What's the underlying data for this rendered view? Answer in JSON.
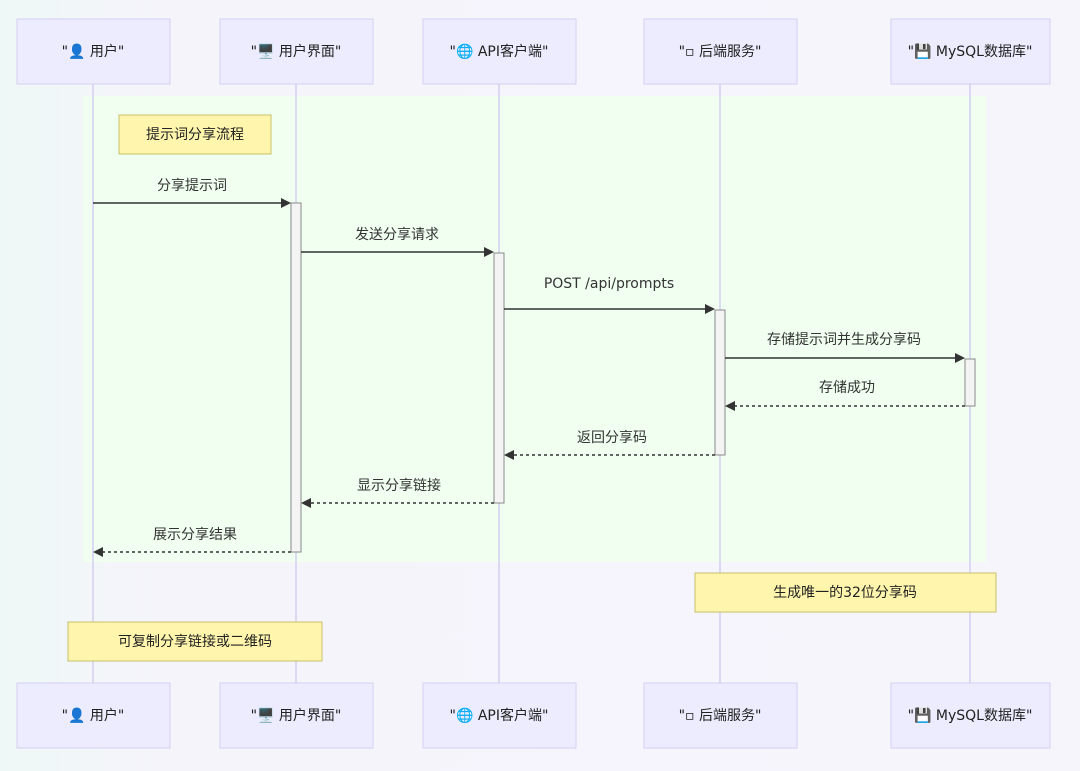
{
  "participants": [
    {
      "id": "user",
      "label": "\"👤 用户\""
    },
    {
      "id": "ui",
      "label": "\"🖥️ 用户界面\""
    },
    {
      "id": "api",
      "label": "\"🌐 API客户端\""
    },
    {
      "id": "backend",
      "label": "\"▫ 后端服务\""
    },
    {
      "id": "db",
      "label": "\"💾 MySQL数据库\""
    }
  ],
  "section_note": "提示词分享流程",
  "messages": [
    {
      "from": "user",
      "to": "ui",
      "text": "分享提示词",
      "style": "solid"
    },
    {
      "from": "ui",
      "to": "api",
      "text": "发送分享请求",
      "style": "solid"
    },
    {
      "from": "api",
      "to": "backend",
      "text": "POST /api/prompts",
      "style": "solid"
    },
    {
      "from": "backend",
      "to": "db",
      "text": "存储提示词并生成分享码",
      "style": "solid"
    },
    {
      "from": "db",
      "to": "backend",
      "text": "存储成功",
      "style": "dashed"
    },
    {
      "from": "backend",
      "to": "api",
      "text": "返回分享码",
      "style": "dashed"
    },
    {
      "from": "api",
      "to": "ui",
      "text": "显示分享链接",
      "style": "dashed"
    },
    {
      "from": "ui",
      "to": "user",
      "text": "展示分享结果",
      "style": "dashed"
    }
  ],
  "notes": [
    {
      "over": [
        "backend",
        "db"
      ],
      "text": "生成唯一的32位分享码"
    },
    {
      "over": [
        "user",
        "ui"
      ],
      "text": "可复制分享链接或二维码"
    }
  ]
}
